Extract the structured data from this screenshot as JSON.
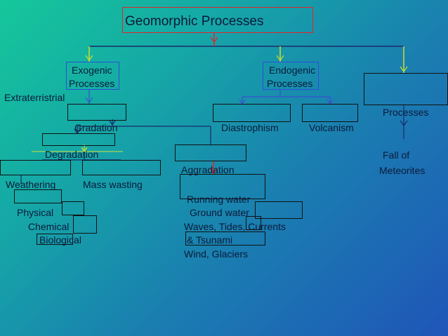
{
  "diagram": {
    "title": "Geomorphic   Processes",
    "exogenic_line1": "Exogenic",
    "exogenic_line2": "Processes",
    "endogenic_line1": "Endogenic",
    "endogenic_line2": "Processes",
    "extraterrestrial": "Extraterristrial",
    "processes": "Processes",
    "gradation": "Gradation",
    "diastrophism": "Diastrophism",
    "volcanism": "Volcanism",
    "degradation": "Degradation",
    "fall_of_line1": "Fall of",
    "fall_of_line2": "Meteorites",
    "aggradation": "Aggradation",
    "weathering": "Weathering",
    "mass_wasting": "Mass wasting",
    "running_water": "Running  water",
    "ground_water": "Ground water",
    "physical": "Physical",
    "waves": "Waves, Tides, Currents",
    "chemical": "Chemical",
    "tsunami": "& Tsunami",
    "biological": "Biological",
    "wind": "Wind, Glaciers"
  },
  "colors": {
    "title_border": "#e0252b",
    "exogenic_border": "#2d4fd8",
    "connector_yellow": "#c8e02a",
    "connector_blue": "#3a4fd0",
    "connector_red": "#e0252b"
  }
}
